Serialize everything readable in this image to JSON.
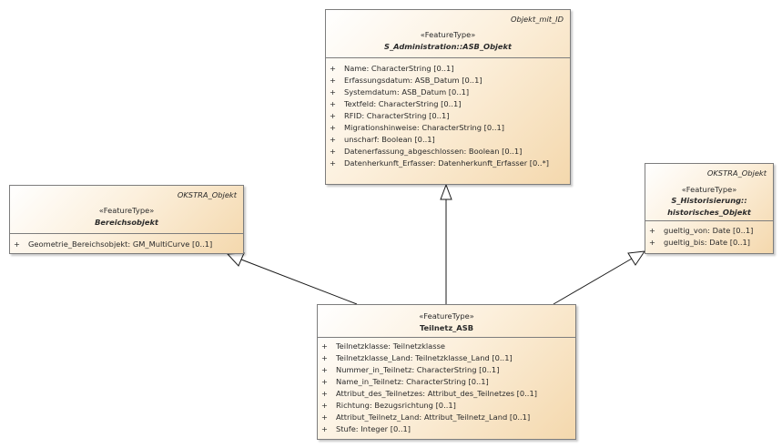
{
  "classes": {
    "asb_objekt": {
      "tag": "Objekt_mit_ID",
      "stereotype": "«FeatureType»",
      "name": "S_Administration::ASB_Objekt",
      "attributes": [
        {
          "visibility": "+",
          "text": "Name: CharacterString [0..1]"
        },
        {
          "visibility": "+",
          "text": "Erfassungsdatum: ASB_Datum [0..1]"
        },
        {
          "visibility": "+",
          "text": "Systemdatum: ASB_Datum [0..1]"
        },
        {
          "visibility": "+",
          "text": "Textfeld: CharacterString [0..1]"
        },
        {
          "visibility": "+",
          "text": "RFID: CharacterString [0..1]"
        },
        {
          "visibility": "+",
          "text": "Migrationshinweise: CharacterString [0..1]"
        },
        {
          "visibility": "+",
          "text": "unscharf: Boolean [0..1]"
        },
        {
          "visibility": "+",
          "text": "Datenerfassung_abgeschlossen: Boolean [0..1]"
        },
        {
          "visibility": "+",
          "text": "Datenherkunft_Erfasser: Datenherkunft_Erfasser [0..*]"
        }
      ]
    },
    "bereichsobjekt": {
      "tag": "OKSTRA_Objekt",
      "stereotype": "«FeatureType»",
      "name": "Bereichsobjekt",
      "attributes": [
        {
          "visibility": "+",
          "text": "Geometrie_Bereichsobjekt: GM_MultiCurve [0..1]"
        }
      ]
    },
    "historisches_objekt": {
      "tag": "OKSTRA_Objekt",
      "stereotype": "«FeatureType»",
      "name_line1": "S_Historisierung::",
      "name_line2": "historisches_Objekt",
      "attributes": [
        {
          "visibility": "+",
          "text": "gueltig_von: Date [0..1]"
        },
        {
          "visibility": "+",
          "text": "gueltig_bis: Date [0..1]"
        }
      ]
    },
    "teilnetz_asb": {
      "stereotype": "«FeatureType»",
      "name": "Teilnetz_ASB",
      "attributes": [
        {
          "visibility": "+",
          "text": "Teilnetzklasse: Teilnetzklasse"
        },
        {
          "visibility": "+",
          "text": "Teilnetzklasse_Land: Teilnetzklasse_Land [0..1]"
        },
        {
          "visibility": "+",
          "text": "Nummer_in_Teilnetz: CharacterString [0..1]"
        },
        {
          "visibility": "+",
          "text": "Name_in_Teilnetz: CharacterString [0..1]"
        },
        {
          "visibility": "+",
          "text": "Attribut_des_Teilnetzes: Attribut_des_Teilnetzes [0..1]"
        },
        {
          "visibility": "+",
          "text": "Richtung: Bezugsrichtung [0..1]"
        },
        {
          "visibility": "+",
          "text": "Attribut_Teilnetz_Land: Attribut_Teilnetz_Land [0..1]"
        },
        {
          "visibility": "+",
          "text": "Stufe: Integer [0..1]"
        }
      ]
    }
  },
  "relations": [
    {
      "type": "generalization",
      "from": "teilnetz_asb",
      "to": "asb_objekt"
    },
    {
      "type": "generalization",
      "from": "teilnetz_asb",
      "to": "bereichsobjekt"
    },
    {
      "type": "generalization",
      "from": "teilnetz_asb",
      "to": "historisches_objekt"
    }
  ],
  "colors": {
    "line": "#1a1a1a",
    "border": "#7d7d7d",
    "fill_light": "#fcf0dd",
    "fill_dark": "#f4d8ad"
  }
}
